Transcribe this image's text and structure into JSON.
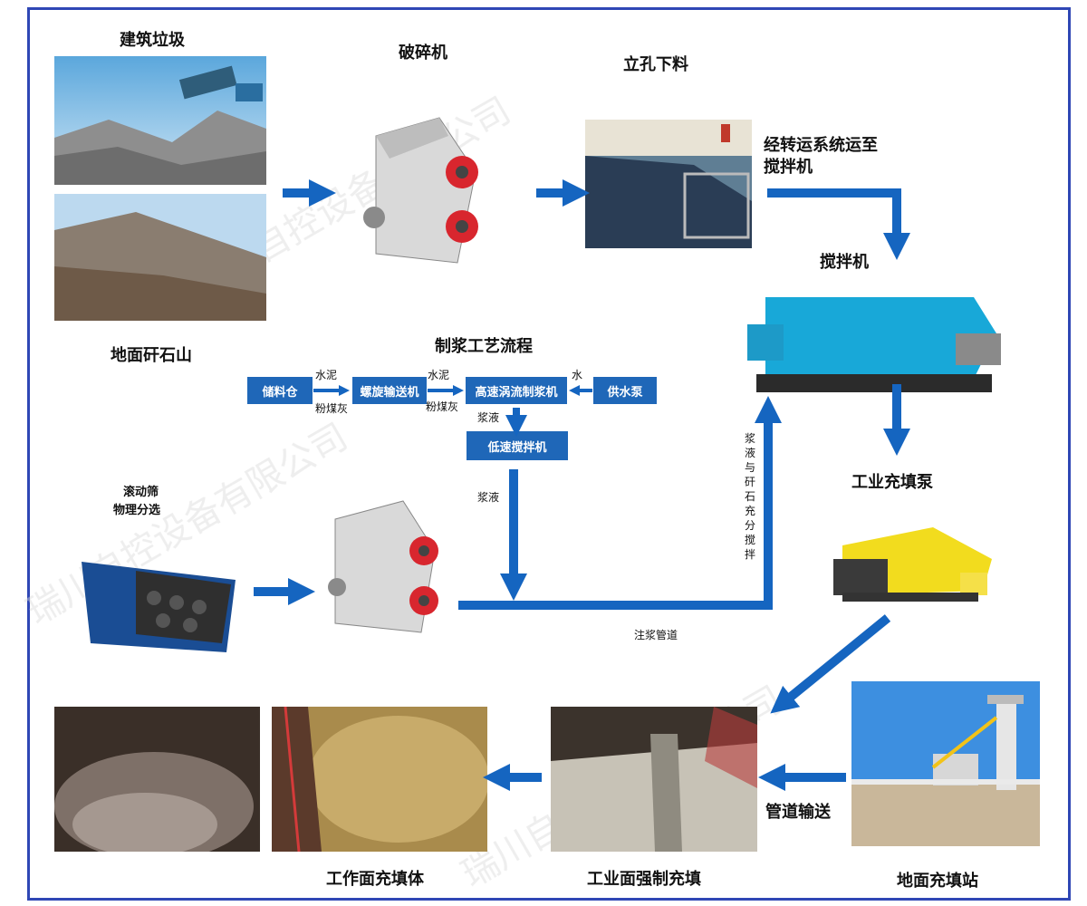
{
  "title": "制浆工艺流程",
  "labels": {
    "construction_waste": "建筑垃圾",
    "crusher": "破碎机",
    "vertical_feed": "立孔下料",
    "transfer_to_mixer_line1": "经转运系统运至",
    "transfer_to_mixer_line2": "搅拌机",
    "mixer": "搅拌机",
    "gangue_mountain": "地面矸石山",
    "industrial_pump": "工业充填泵",
    "drum_screen_line1": "滚动筛",
    "drum_screen_line2": "物理分选",
    "grouting_pipe": "注浆管道",
    "pipeline_transport": "管道输送",
    "work_face_fill": "工作面充填体",
    "forced_fill": "工业面强制充填",
    "ground_station": "地面充填站",
    "slurry_vertical": "浆液与矸石充分搅拌"
  },
  "process": {
    "storage_bin": "储料仓",
    "screw_conveyor": "螺旋输送机",
    "high_speed_mixer": "高速涡流制浆机",
    "water_pump": "供水泵",
    "low_speed_mixer": "低速搅拌机",
    "cement1": "水泥",
    "flyash1": "粉煤灰",
    "cement2": "水泥",
    "flyash2": "粉煤灰",
    "water": "水",
    "slurry1": "浆液",
    "slurry2": "浆液"
  },
  "watermark": "瑞川自控设备有限公司",
  "colors": {
    "frame": "#2f47b5",
    "arrow": "#1565c0",
    "box": "#1f67b8"
  }
}
